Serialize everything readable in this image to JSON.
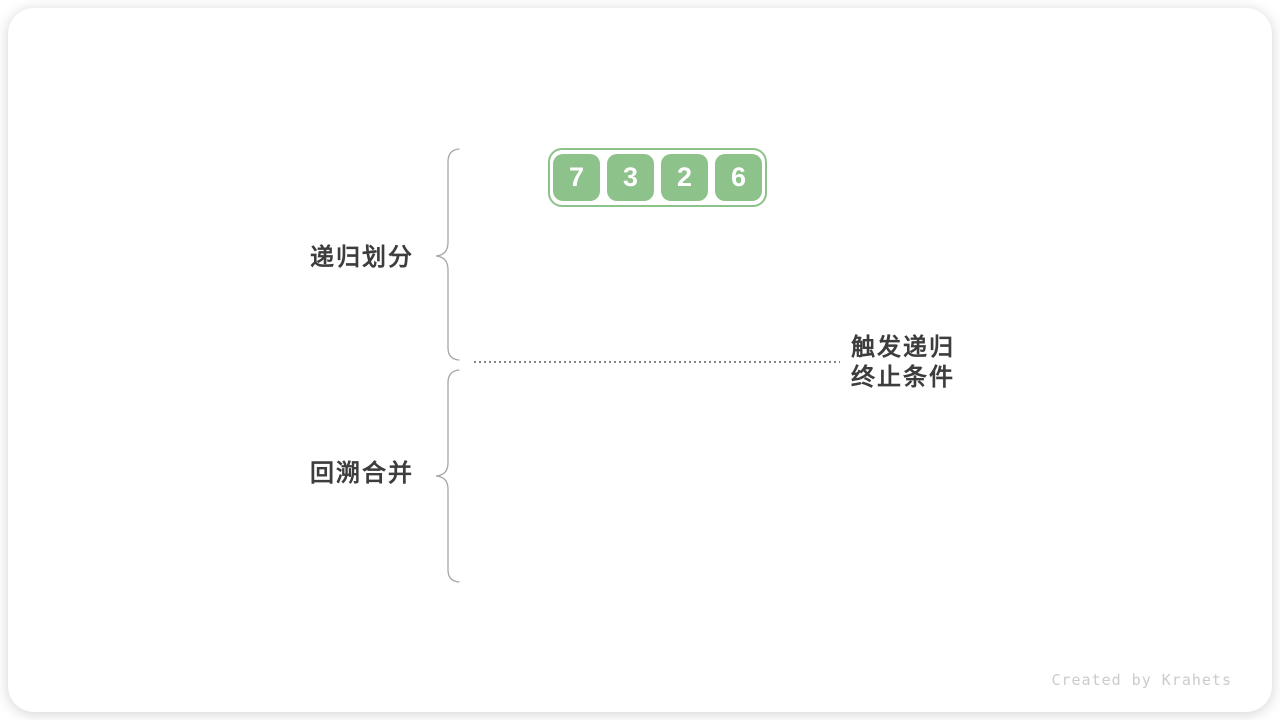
{
  "diagram": {
    "array": {
      "values": [
        "7",
        "3",
        "2",
        "6"
      ]
    },
    "labels": {
      "recursive_divide": "递归划分",
      "backtrack_merge": "回溯合并",
      "termination_line1": "触发递归",
      "termination_line2": "终止条件"
    },
    "colors": {
      "node_green": "#8dc28b",
      "label_text": "#3d3d3d",
      "brace_gray": "#a6a6a6",
      "dotted_line_gray": "#878787",
      "watermark_gray": "#cbcbcb"
    },
    "watermark": "Created by Krahets"
  }
}
